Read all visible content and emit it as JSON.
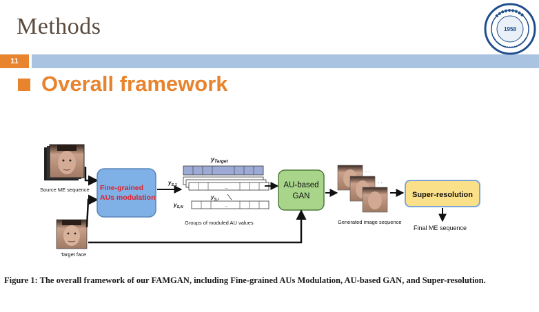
{
  "slide": {
    "title": "Methods",
    "number": "11",
    "section_heading": "Overall framework",
    "logo_year": "1958"
  },
  "diagram": {
    "source_label": "Source ME sequence",
    "target_label": "Target face",
    "fine_grained_line1": "Fine-grained",
    "fine_grained_line2": "AUs modulation",
    "y_target": "y",
    "y_target_sub": "Target",
    "y_s1": "y",
    "y_s1_sub": "S,1",
    "y_si": "y",
    "y_si_sub": "S,i",
    "y_sn": "y",
    "y_sn_sub": "S,N",
    "groups_label": "Groups of moduled AU values",
    "au_gan_line1": "AU-based",
    "au_gan_line2": "GAN",
    "generated_label": "Generated image sequence",
    "super_resolution": "Super-resolution",
    "final_label": "Final ME sequence"
  },
  "caption": "Figure 1: The overall framework of our FAMGAN, including Fine-grained AUs Modulation, AU-based GAN, and Super-resolution.",
  "colors": {
    "accent_orange": "#e8832e",
    "title_bar_blue": "#a9c3e0",
    "fine_grained_box": "#7fb0e6",
    "au_gan_box": "#a8d58a",
    "super_resolution_box": "#fbe08a",
    "label_red": "#e0202a"
  }
}
